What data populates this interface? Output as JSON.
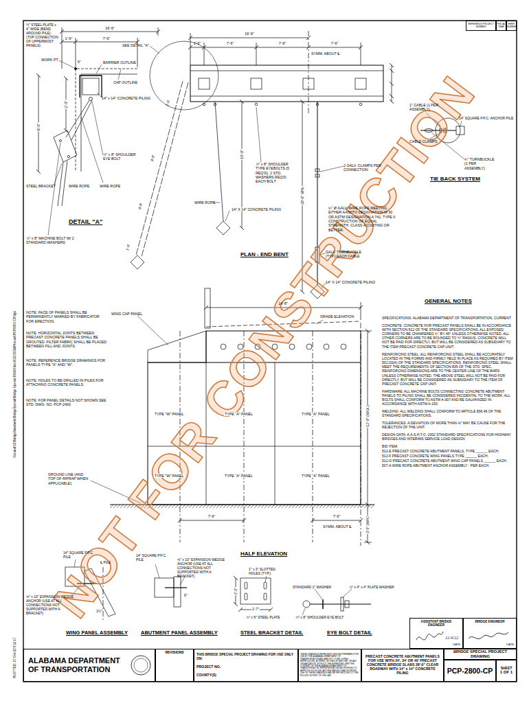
{
  "diagram": {
    "nodes": [
      {
        "text": [
          "REFERENCE PROJECT NUMBER"
        ]
      },
      {
        "text": [
          "FISCAL YEAR"
        ]
      },
      {
        "text": [
          "SHEET NUMBER"
        ]
      },
      {
        "text": [
          "ASSISTANT BRIDGE ENGINEER",
          "DATE"
        ]
      },
      {
        "text": [
          "BRIDGE ENGINEER",
          "DATE"
        ]
      },
      {
        "text": [
          "ALABAMA DEPARTMENT OF TRANSPORTATION"
        ]
      },
      {
        "text": [
          "REVISIONS"
        ]
      },
      {
        "text": [
          "THIS BRIDGE SPECIAL PROJECT DRAWING FOR USE ONLY ON:",
          "PROJECT NO.",
          "COUNTY(S)"
        ]
      },
      {
        "text": [
          "THESE DRAWINGS REPRESENT DESIGNS PREPARED FOR USE BY THE ALABAMA DEPARTMENT OF TRANSPORTATION AND ARE NOT TO BE COPIED, REPRODUCED, ALTERED OR USED BY ANYONE, OR ANY ORGANIZATION, WITHOUT THE EXPRESSED WRITTEN CONSENT OF THE ALABAMA DEPARTMENT OF TRANSPORTATION. REPRESENTATIVES AUTHORIZED TO APPROVE SUCH USE. ANYONE MAKING UNAUTHORIZED USE OF THESE DRAWINGS MAY BE PROSECUTED TO THE FULLEST EXTENT OF THE LAW."
        ]
      },
      {
        "text": [
          "PRECAST CONCRETE ABUTMENT PANELS FOR USE WITH 24', 34' OR 40' PRECAST CONCRETE BRIDGE SLABS 28'-0\" CLEAR ROADWAY WITH 14\" x 14\" CONCRETE PILING"
        ]
      },
      {
        "text": [
          "BRIDGE SPECIAL PROJECT DRAWING"
        ]
      },
      {
        "text": [
          "PCP-2800-CP"
        ]
      },
      {
        "text": [
          "SHEET",
          "1 OF 1"
        ]
      }
    ],
    "labels": [
      "½\" STEEL PLATE x 4\" WIDE (BEND AROUND PILE) (TOP CONNECTION OF UPPERMOST PANELS)",
      "16'-6\"",
      "1'-6\"",
      "7'-6\"",
      "SEE DETAIL \"A\"",
      "WORK PT.",
      "6\"",
      "BARRIER OUTLINE",
      "CAP OUTLINE",
      "14\" x 14\" CONCRETE PILING",
      "2'-3\"",
      "6'-0\"",
      "⅞\" x 8\" SHOULDER EYE BOLT",
      "STEEL BRACKET",
      "WIRE ROPE",
      "WIRE ROPE",
      "DETAIL \"A\"",
      "⅞\" x 8\" MACHINE BOLT W/ 2 STANDARD WASHERS",
      "16'-6\"",
      "1'-6\"",
      "7'-6\"",
      "7'-6\"",
      "7'-6\"",
      "SYMM. ABOUT ℄",
      "2'-6\"",
      "8'-0\"",
      "8'-0\"",
      "1'-6\"",
      "15'-0\"",
      "20'-0\" MIN.",
      "⅞\" x 8\" SHOULDER TYPE EYEBOLTS (5 REQ'D). 2 STD. WASHERS REQ'D. EACH BOLT.",
      "2 GALV. CLAMPS PER CONNECTION",
      "WIRE ROPE",
      "14\" X 14\" CONCRETE PILING",
      "¾\" Ø GALV. WIRE ROPE MEETING EITHER AASHTO DESIGNATION M 30 OR ASTM DESIGNATION A 741. TYPE II CONSTRUCTION OF EQUAL STRENGTH. CLASS A COATING OR BETTER.",
      "PLAN - END BENT",
      "GALV. TURNBUCKLE (TYP.) EACH CABLE",
      "14\" X 14\" CONCRETE PILING",
      "1\" CABLE (1 PER ASSEMBLY)",
      "14\" SQUARE P.P.C. ANCHOR PILE",
      "CABLE CLAMPS",
      "¾\" TURNBUCKLE (1 PER ASSEMBLY)",
      "TIE BACK SYSTEM",
      "NOTE: FACE OF PANELS SHALL BE PERMANENTLY MARKED BY FABRICATOR FOR ERECTION.",
      "NOTE: HORIZONTAL JOINTS BETWEEN PRECAST CONCRETE PANELS SHALL BE GROUTED. FILTER FABRIC SHALL BE PLACED BETWEEN FILL AND JOINTS.",
      "NOTE: REFERENCE BRIDGE DRAWINGS FOR PANELS TYPE \"A\" AND \"W\".",
      "NOTE: HOLES TO BE DRILLED IN PILES FOR ATTACHING CONCRETE PANELS.",
      "NOTE: FOR PANEL DETAILS NOT SHOWN SEE STD. DWG. NO. PCP-2400.",
      "WING CAP PANEL",
      "14'-8\"",
      "GRADE ELEVATION",
      "12'-0\" (MAX.)",
      "TYPE \"W\" PANEL",
      "TYPE \"A\" PANEL",
      "TYPE \"A\" PANEL",
      "TYPE \"W\" PANEL",
      "TYPE \"A\" PANEL",
      "TYPE \"A\" PANEL",
      "GROUND LINE (AND TOP OF RIPRAP WHEN APPLICABLE)",
      "7'-6\"",
      "7'-6\"",
      "SYMM. ABOUT ℄",
      "2'-0\" (MIN.)",
      "HALF ELEVATION",
      "GENERAL NOTES",
      "SPECIFICATIONS: ALABAMA DEPARTMENT OF TRANSPORTATION, CURRENT",
      "CONCRETE: CONCRETE FOR PRECAST PANELS SHALL BE IN ACCORDANCE WITH SECTION 512 OF THE STANDARD SPECIFICATIONS. ALL EXPOSED CORNERS TO BE CHAMFERED ¾\" BY 45° UNLESS OTHERWISE NOTED. ALL OTHER CORNERS ARE TO BE ROUNDED TO ½\" RADIUS. CONCRETE WILL NOT BE PAID FOR DIRECTLY, BUT WILL BE CONSIDERED AS SUBSIDIARY TO THE ITEM PRECAST CONCRETE CAP UNIT.",
      "REINFORCING STEEL: ALL REINFORCING STEEL SHALL BE ACCURATELY LOCATED IN THE FORMS AND FIRMLY HELD IN PLACE AS REQUIRED BY ITEM 502.03(A) OF THE STANDARD SPECIFICATIONS. REINFORCING STEEL SHALL MEET THE REQUIREMENTS OF SECTION 835 OF THE STD. SPEC. REINFORCING DIMENSIONS ARE TO THE CENTER LINE OF THE BARS UNLESS OTHERWISE NOTED. THE ABOVE STEEL WILL NOT BE PAID FOR DIRECTLY, BUT WILL BE CONSIDERED AS SUBSIDIARY TO THE ITEM OF PRECAST CONCRETE CAP UNIT.",
      "HARDWARE: ALL MACHINE BOLTS CONNECTING CONCRETE ABUTMENT PANELS TO PILING SHALL BE CONSIDERED INCIDENTAL TO THE WORK. ALL BOLTS SHALL CONFORM TO ASTM A-307 AND BE GALVANIZED IN ACCORDANCE WITH ASTM A-153.",
      "WELDING: ALL WELDING SHALL CONFORM TO ARTICLE 836.46 OF THE STANDARD SPECIFICATIONS.",
      "TOLERANCES: A DEVIATION OF MORE THAN ⅛\" MAY BE CAUSE FOR THE REJECTION OF THE UNIT.",
      "DESIGN DATA: A.A.S.H.T.O. 2002 STANDARD SPECIFICATIONS FOR HIGHWAY BRIDGES AND INTERIMS SERVICE LOAD DESIGN",
      "BID ITEM:",
      "512-E PRECAST CONCRETE ABUTMENT PANELS, TYPE ______ EACH.",
      "512-F PRECAST CONCRETE WING PANELS TYPE ______ EACH.",
      "512-G PRECAST CONCRETE ABUTMENT WING CAP PANELS ______ EACH.",
      "507-A WIRE ROPE ABUTMENT ANCHOR ASSEMBLY - PER EACH.",
      "14\" SQUARE P.P.C. PILE",
      "℄ PILE",
      "⅝\" x 10\" EXPANSION WEDGE ANCHOR (USE AT ALL CONNECTIONS NOT SUPPORTED WITH A BRACKET)",
      "1½\"",
      "WING PANEL ASSEMBLY",
      "14\" SQUARE P.P.C. PILE",
      "⅝\" x 10\" EXPANSION WEDGE ANCHOR (USE AT ALL CONNECTIONS NOT SUPPORTED WITH A BRACKET)",
      "6\"",
      "ABUTMENT PANEL ASSEMBLY",
      "1\" x 3\" SLOTTED HOLES (TYP.)",
      "2'-2\"",
      "1'-7\"",
      "⅞\" x 6\" STEEL PLATE",
      "STEEL BRACKET DETAIL",
      "STANDARD 1\" WASHER",
      "⅞\" x 4\" x 4\" PLATE WASHER",
      "⅞\" x 8\" SHOULDER EYE BOLT",
      "EYE BOLT DETAIL",
      "11/4/22",
      "NOT FOR CONSTRUCTION",
      "PLOTTED: 27-Oct-22 8:11:17",
      "\\Ground\\02\\BridgeStandards\\BridgeSpecial\\Bridge Special DGN Files\\2022 DGN\\Precast\\PCP2800-CP.dgn"
    ]
  }
}
